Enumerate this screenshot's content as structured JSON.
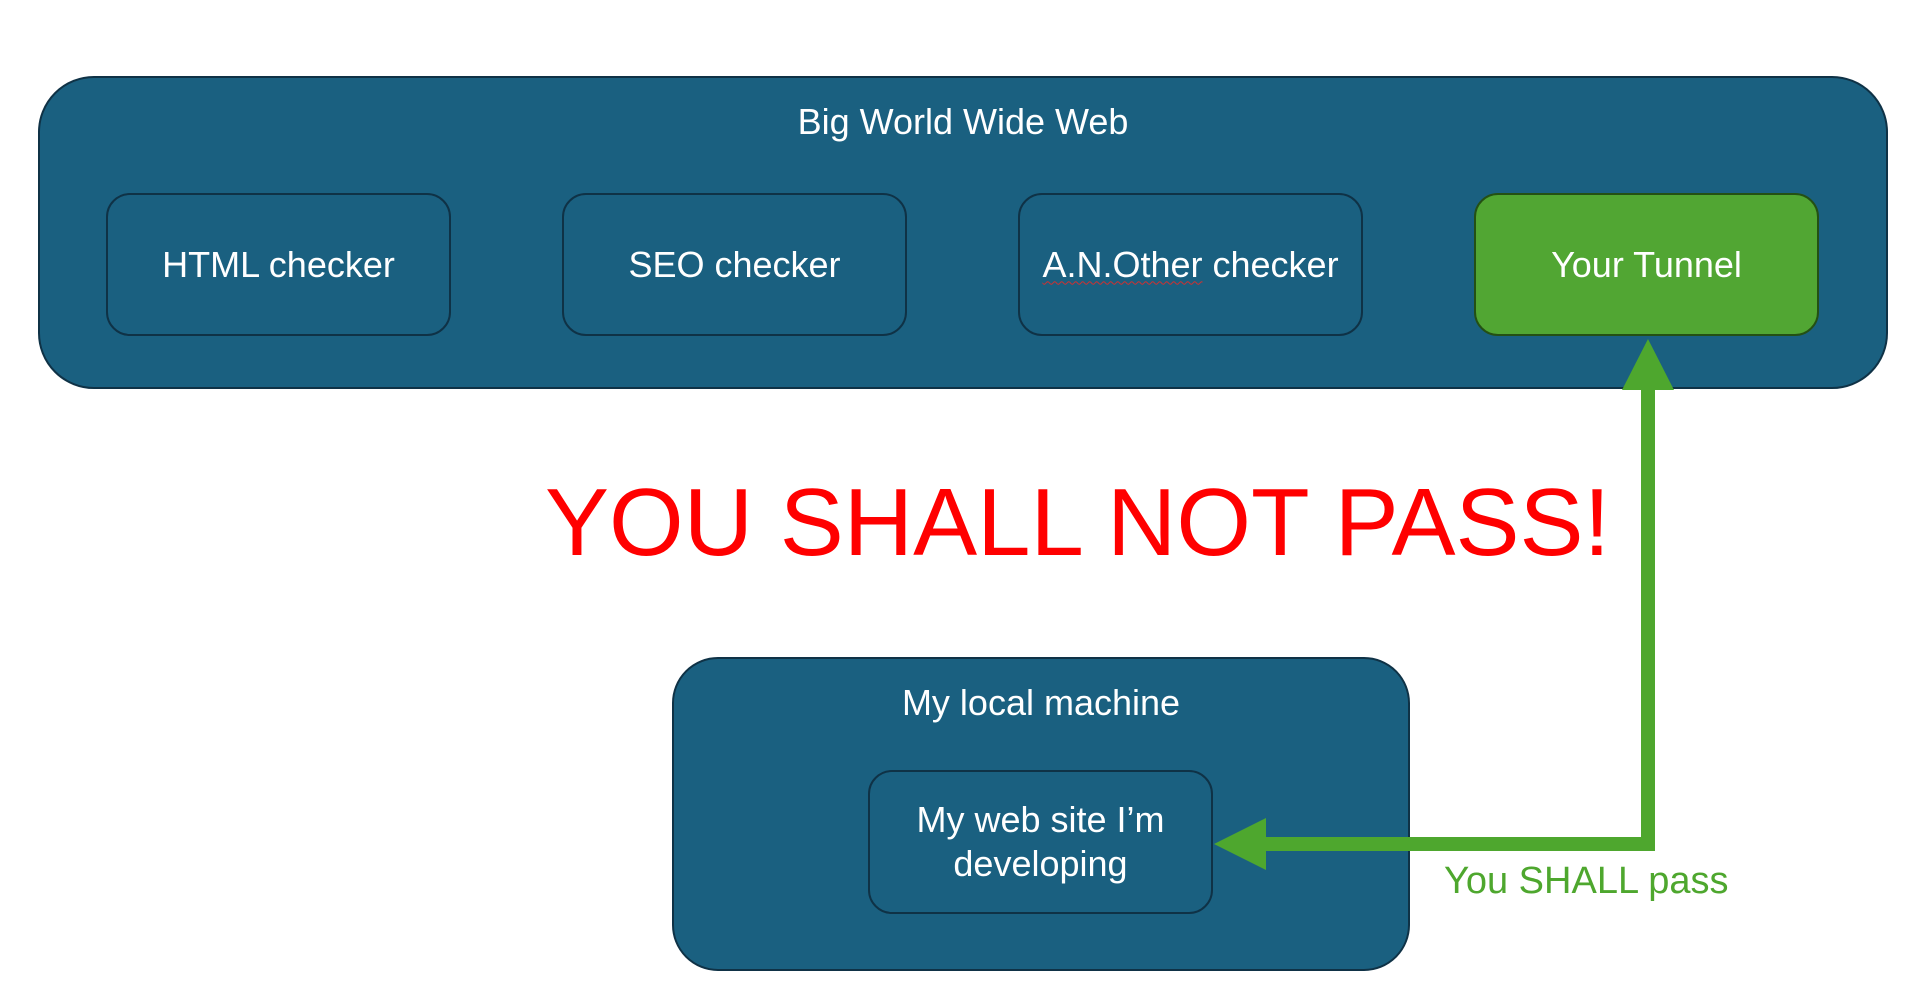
{
  "web": {
    "title": "Big World Wide Web",
    "checkers": [
      {
        "pre": "HTML checker",
        "flagged": "",
        "post": ""
      },
      {
        "pre": "SEO checker",
        "flagged": "",
        "post": ""
      },
      {
        "pre": "",
        "flagged": "A.N.Other",
        "post": " checker"
      }
    ],
    "tunnel": "Your Tunnel"
  },
  "shout": "YOU SHALL NOT PASS!",
  "local": {
    "title": "My local machine",
    "site_line1": "My web site I’m",
    "site_line2": "developing"
  },
  "pass_label": "You SHALL pass",
  "colors": {
    "panel": "#1a6080",
    "tunnel": "#51a633",
    "shout": "#ff0000",
    "arrow": "#4ea72e"
  }
}
